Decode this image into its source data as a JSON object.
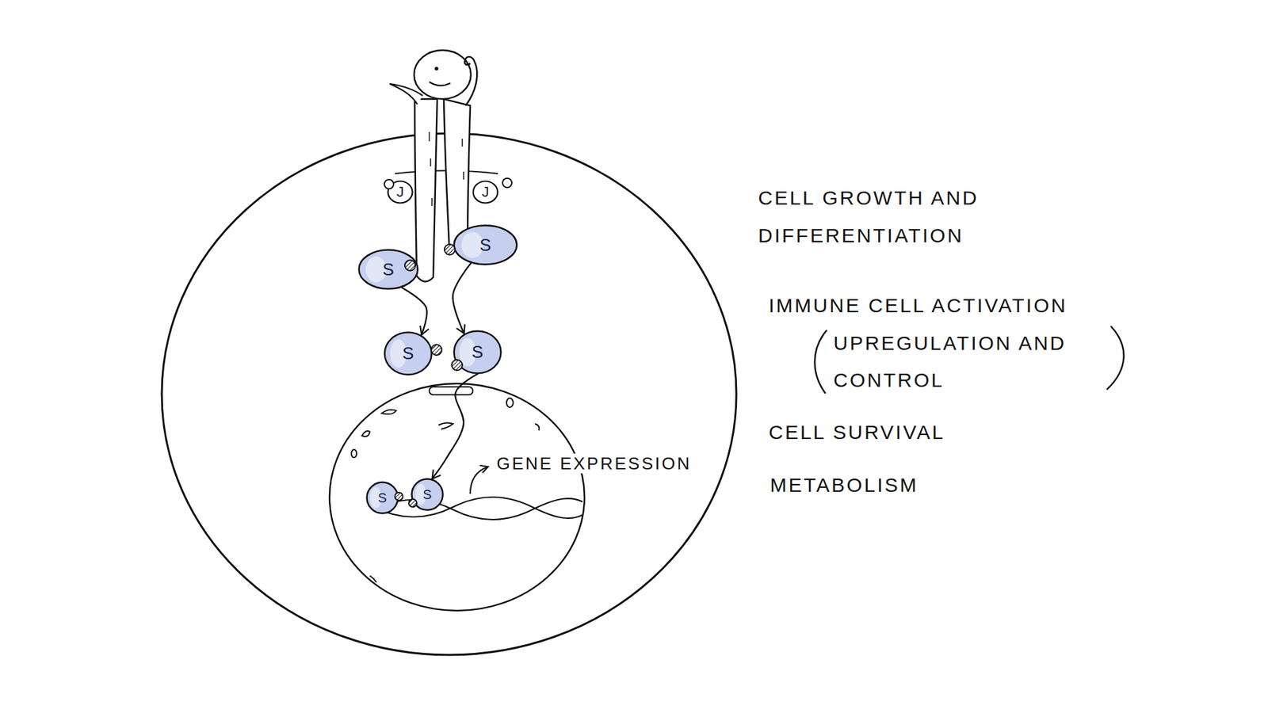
{
  "diagram": {
    "nodes": [
      {
        "text": [
          "J"
        ]
      },
      {
        "text": [
          "J"
        ]
      },
      {
        "text": [
          "S"
        ]
      },
      {
        "text": [
          "S"
        ]
      },
      {
        "text": [
          "S"
        ]
      },
      {
        "text": [
          "S"
        ]
      },
      {
        "text": [
          "S"
        ]
      },
      {
        "text": [
          "S"
        ]
      }
    ],
    "edges": [
      {
        "from": 2,
        "to": 4,
        "arrow": "to"
      },
      {
        "from": 3,
        "to": 5,
        "arrow": "to"
      },
      {
        "from": 5,
        "to": 7,
        "arrow": "to"
      }
    ],
    "labels": [
      "GENE EXPRESSION",
      "CELL GROWTH AND DIFFERENTIATION",
      "IMMUNE CELL ACTIVATION",
      "UPREGULATION AND CONTROL",
      "CELL SURVIVAL",
      "METABOLISM"
    ]
  }
}
